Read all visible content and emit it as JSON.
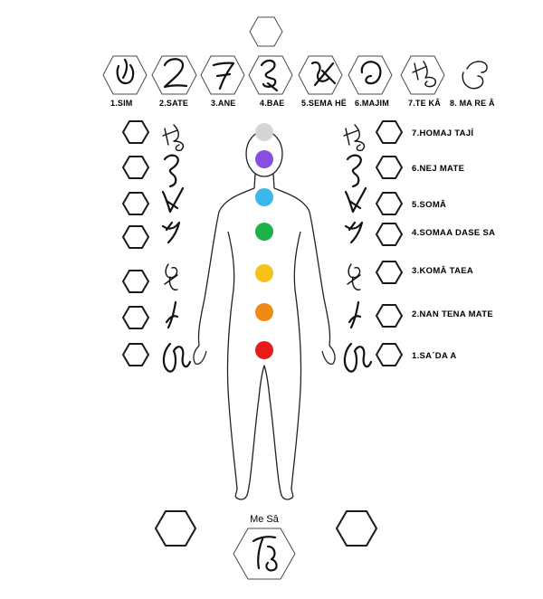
{
  "colors": {
    "crown": "#d5d5d5",
    "third_eye": "#8a4fe0",
    "throat": "#3bb7ea",
    "heart": "#1db14b",
    "solar_plexus": "#f6c21a",
    "sacral": "#f08a17",
    "root": "#e81b1b"
  },
  "top_symbols": [
    {
      "label": "1.SIM",
      "icon": "sim-glyph-icon"
    },
    {
      "label": "2.SATE",
      "icon": "sate-glyph-icon"
    },
    {
      "label": "3.ANE",
      "icon": "ane-glyph-icon"
    },
    {
      "label": "4.BAE",
      "icon": "bae-glyph-icon"
    },
    {
      "label": "5.SEMA HË",
      "icon": "sema-he-glyph-icon"
    },
    {
      "label": "6.MAJIM",
      "icon": "majim-glyph-icon"
    },
    {
      "label": "7.TE KÂ",
      "icon": "te-ka-glyph-icon"
    },
    {
      "label": "8. MA RE Â",
      "icon": "ma-re-a-glyph-icon"
    }
  ],
  "chakra_labels": [
    "7.HOMAJ TAJÍ",
    "6.NEJ MATE",
    "5.SOMÂ",
    "4.SOMAA DASE SA",
    "3.KOMÂ TAEA",
    "2.NAN TENA MATE",
    "1.SA´DA A"
  ],
  "bottom": {
    "label": "Me Sâ",
    "icon": "me-sa-glyph-icon"
  }
}
